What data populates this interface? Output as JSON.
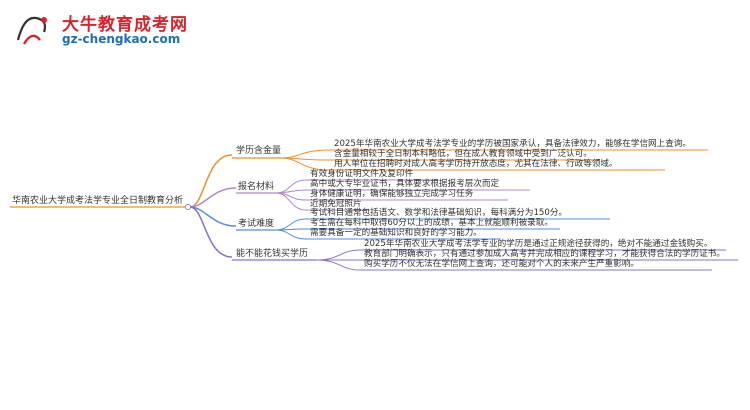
{
  "header": {
    "logo_text": "大牛教育成考网",
    "logo_url": "gz-chengkao.com",
    "logo_glyph": "大牛"
  },
  "mindmap": {
    "root": "华南农业大学成考法学专业全日制教育分析",
    "branches": [
      {
        "label": "学历含金量",
        "color": "#ef8f2b",
        "items": [
          "2025年华南农业大学成考法学专业的学历被国家承认，具备法律效力，能够在学信网上查询。",
          "含金量相较于全日制本科略低，但在成人教育领域中受到广泛认可。",
          "用人单位在招聘时对成人高考学历持开放态度，尤其在法律、行政等领域。"
        ]
      },
      {
        "label": "报名材料",
        "color": "#b287c9",
        "items": [
          "有效身份证明文件及复印件",
          "高中或大专毕业证书，具体要求根据报考层次而定",
          "身体健康证明，确保能够独立完成学习任务",
          "近期免冠照片"
        ]
      },
      {
        "label": "考试难度",
        "color": "#4f8fe0",
        "items": [
          "考试科目通常包括语文、数学和法律基础知识，每科满分为150分。",
          "考生需在每科中取得60分以上的成绩，基本上就能顺利被录取。",
          "需要具备一定的基础知识和良好的学习能力。"
        ]
      },
      {
        "label": "能不能花钱买学历",
        "color": "#8b6fce",
        "items": [
          "2025年华南农业大学成考法学专业的学历是通过正规途径获得的，绝对不能通过金钱购买。",
          "教育部门明确表示，只有通过参加成人高考并完成相应的课程学习，才能获得合法的学历证书。",
          "购买学历不仅无法在学信网上查询，还可能对个人的未来产生严重影响。"
        ]
      }
    ]
  }
}
